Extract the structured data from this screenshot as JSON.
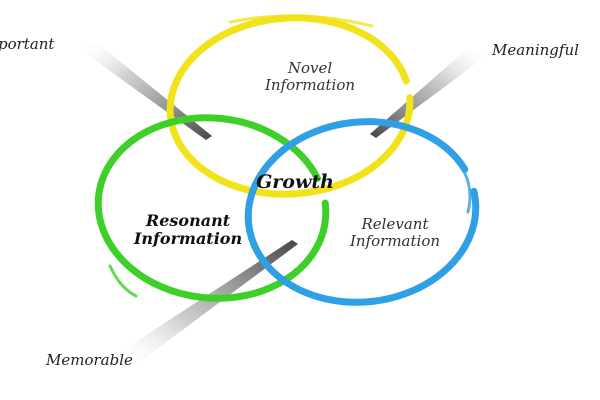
{
  "circles": {
    "novel": {
      "line1": "Novel",
      "line2": "Information",
      "color": "#f2e21a"
    },
    "resonant": {
      "line1": "Resonant",
      "line2": "Information",
      "color": "#3ecf2a"
    },
    "relevant": {
      "line1": "Relevant",
      "line2": "Information",
      "color": "#2f9fe6"
    }
  },
  "center_label": "Growth",
  "pointers": {
    "important": "portant",
    "meaningful": "Meaningful",
    "memorable": "Memorable"
  }
}
